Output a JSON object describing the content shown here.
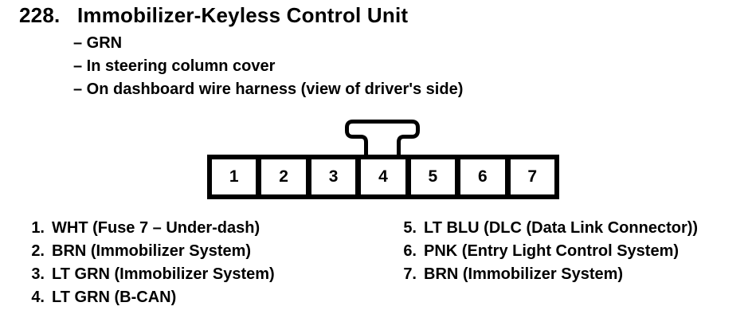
{
  "document": {
    "item_number": "228.",
    "title": "Immobilizer-Keyless Control Unit",
    "attributes": [
      "– GRN",
      "– In steering column cover",
      "– On dashboard wire harness (view of driver's side)"
    ]
  },
  "connector": {
    "pins": [
      "1",
      "2",
      "3",
      "4",
      "5",
      "6",
      "7"
    ]
  },
  "pin_list": {
    "left": [
      {
        "num": "1.",
        "desc": "WHT (Fuse 7 – Under-dash)"
      },
      {
        "num": "2.",
        "desc": "BRN (Immobilizer System)"
      },
      {
        "num": "3.",
        "desc": "LT GRN (Immobilizer System)"
      },
      {
        "num": "4.",
        "desc": "LT GRN (B-CAN)"
      }
    ],
    "right": [
      {
        "num": "5.",
        "desc": "LT BLU (DLC (Data Link Connector))"
      },
      {
        "num": "6.",
        "desc": "PNK (Entry Light Control System)"
      },
      {
        "num": "7.",
        "desc": "BRN (Immobilizer System)"
      }
    ]
  },
  "colors": {
    "ink": "#000000",
    "paper": "#ffffff"
  }
}
